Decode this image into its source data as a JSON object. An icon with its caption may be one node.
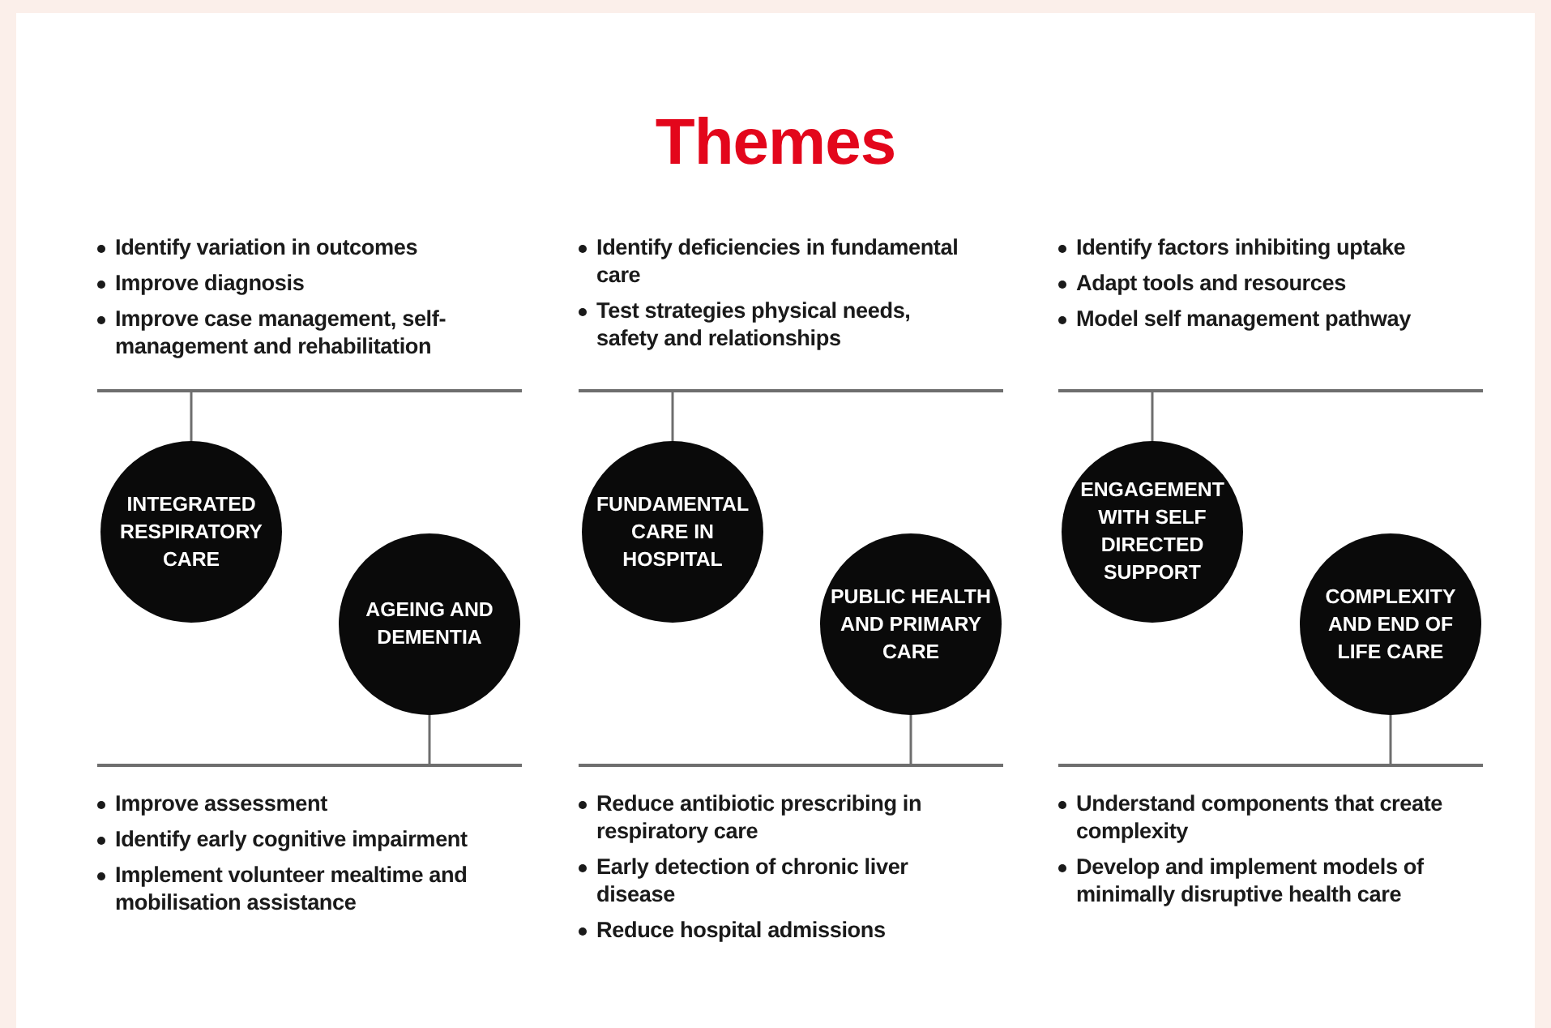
{
  "diagram": {
    "title": "Themes",
    "nodes": [
      {
        "text": [
          "Identify variation in outcomes",
          "Improve diagnosis",
          "Improve case management, self-management and rehabilitation"
        ]
      },
      {
        "text": [
          "INTEGRATED RESPIRATORY CARE"
        ]
      },
      {
        "text": [
          "AGEING AND DEMENTIA"
        ]
      },
      {
        "text": [
          "Improve assessment",
          "Identify early cognitive impairment",
          "Implement volunteer mealtime and mobilisation assistance"
        ]
      },
      {
        "text": [
          "Identify deficiencies in fundamental care",
          "Test strategies physical needs, safety and relationships"
        ]
      },
      {
        "text": [
          "FUNDAMENTAL CARE IN HOSPITAL"
        ]
      },
      {
        "text": [
          "PUBLIC HEALTH AND PRIMARY CARE"
        ]
      },
      {
        "text": [
          "Reduce antibiotic prescribing in respiratory care",
          "Early detection of chronic liver disease",
          "Reduce hospital admissions"
        ]
      },
      {
        "text": [
          "Identify factors inhibiting uptake",
          "Adapt tools and resources",
          "Model self management pathway"
        ]
      },
      {
        "text": [
          "ENGAGEMENT WITH SELF DIRECTED SUPPORT"
        ]
      },
      {
        "text": [
          "COMPLEXITY AND END OF LIFE CARE"
        ]
      },
      {
        "text": [
          "Understand components that create complexity",
          "Develop and implement models of minimally disruptive health care"
        ]
      }
    ],
    "edges": [
      {
        "from": 0,
        "to": 1,
        "arrow": "none"
      },
      {
        "from": 2,
        "to": 3,
        "arrow": "none"
      },
      {
        "from": 4,
        "to": 5,
        "arrow": "none"
      },
      {
        "from": 6,
        "to": 7,
        "arrow": "none"
      },
      {
        "from": 8,
        "to": 9,
        "arrow": "none"
      },
      {
        "from": 10,
        "to": 11,
        "arrow": "none"
      }
    ]
  }
}
